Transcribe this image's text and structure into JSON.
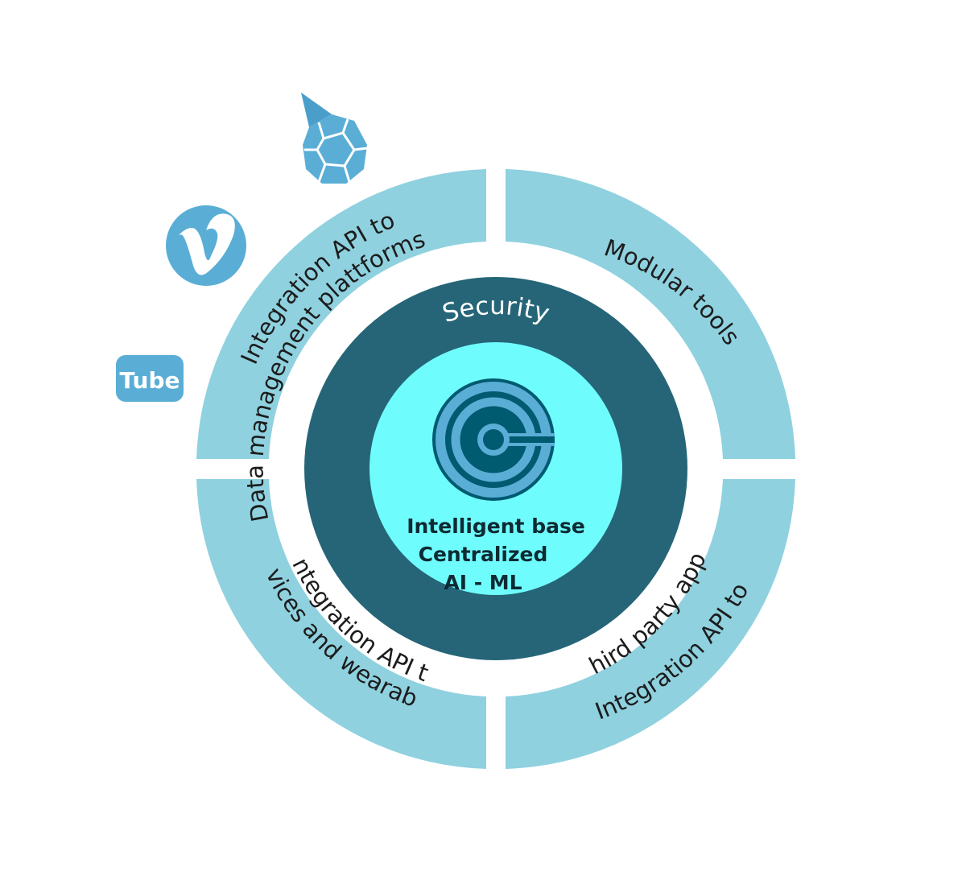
{
  "colors": {
    "outer_ring": "#8fd1df",
    "security_ring": "#256577",
    "core": "#6ffcfc",
    "logo_dark": "#005a70",
    "logo_light": "#5aaed6",
    "icons": "#5aaed6"
  },
  "core": {
    "lines": [
      "Intelligent base",
      "Centralized",
      "AI - ML"
    ]
  },
  "security": {
    "label": "Security"
  },
  "quadrants": {
    "top_left": {
      "lines": [
        "Integration API to",
        "Data management plattforms"
      ]
    },
    "top_right": {
      "lines": [
        "Modular tools"
      ]
    },
    "bottom_left": {
      "lines": [
        "Integration API to",
        "Devices and wearables"
      ]
    },
    "bottom_right": {
      "lines": [
        "Integration API to",
        "Third party apps"
      ]
    }
  },
  "icons": {
    "vimeo": {
      "name": "vimeo-icon",
      "glyph": "v"
    },
    "youtube": {
      "name": "youtube-icon",
      "label": "Tube"
    },
    "crystal": {
      "name": "crystal-icon"
    }
  }
}
